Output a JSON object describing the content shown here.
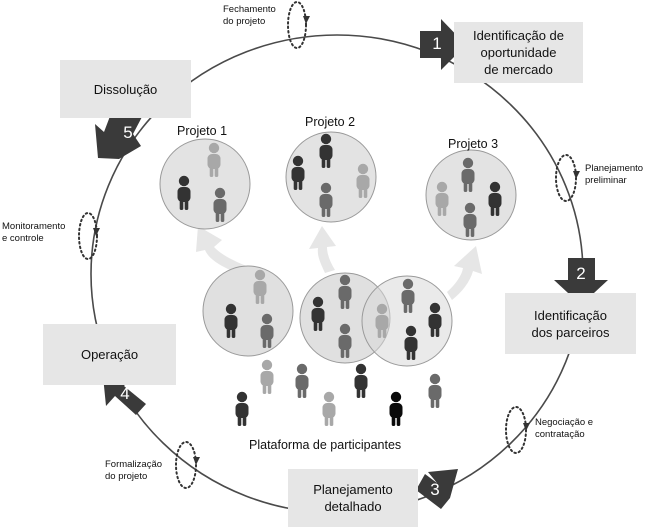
{
  "stages": [
    {
      "num": "1",
      "label": "Identificação de\noportunidade\nde mercado"
    },
    {
      "num": "2",
      "label": "Identificação\ndos parceiros"
    },
    {
      "num": "3",
      "label": "Planejamento\ndetalhado"
    },
    {
      "num": "4",
      "label": "Operação"
    },
    {
      "num": "5",
      "label": "Dissolução"
    }
  ],
  "transitions": {
    "fechamento": "Fechamento\ndo projeto",
    "planejamento_preliminar": "Planejamento\npreliminar",
    "negociacao": "Negociação e\ncontratação",
    "formalizacao": "Formalização\ndo projeto",
    "monitoramento": "Monitoramento\ne controle"
  },
  "projects": [
    "Projeto 1",
    "Projeto 2",
    "Projeto 3"
  ],
  "platform_label": "Plataforma de participantes",
  "colors": {
    "box_fill": "#e6e6e6",
    "arrow_dark": "#3a3a3a",
    "cycle_line": "#4a4a4a",
    "circle_fill": "#e3e3e3",
    "circle_stroke": "#9a9a9a",
    "flow_arrow": "#e6e6e6",
    "person_dark": "#333333",
    "person_mid": "#6a6a6a",
    "person_light": "#a8a8a8",
    "person_black": "#0a0a0a"
  }
}
